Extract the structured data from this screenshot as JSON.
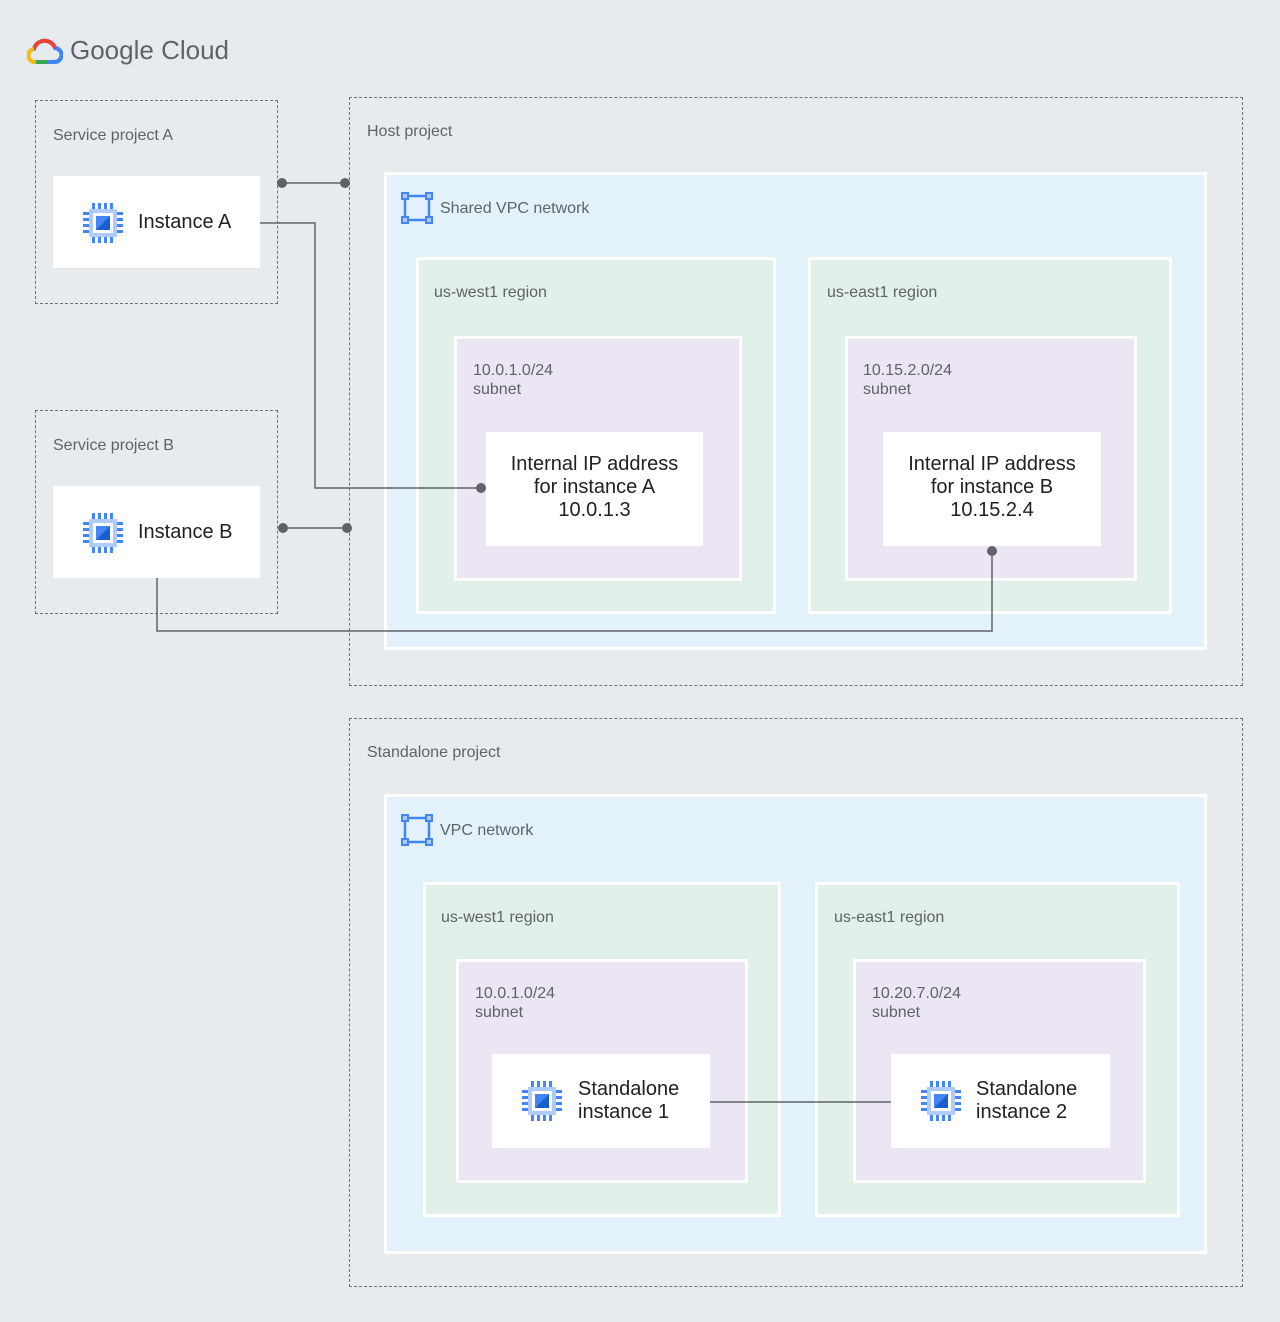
{
  "logo": {
    "text": "Google Cloud"
  },
  "colors": {
    "background": "#e8ebee",
    "vpc_fill": "#e2f1fa",
    "region_fill": "#e1f0e8",
    "subnet_fill": "#ebe5f4",
    "icon_blue": "#4285f4",
    "connector": "#5f6368"
  },
  "service_project_a": {
    "label": "Service project A",
    "instance_label": "Instance A",
    "icon": "compute-engine-icon"
  },
  "service_project_b": {
    "label": "Service project B",
    "instance_label": "Instance B",
    "icon": "compute-engine-icon"
  },
  "host_project": {
    "label": "Host project",
    "network": {
      "label": "Shared VPC network",
      "icon": "vpc-network-icon",
      "regions": [
        {
          "label": "us-west1 region",
          "subnet": {
            "cidr": "10.0.1.0/24",
            "label": "subnet"
          },
          "address": {
            "line1": "Internal IP address",
            "line2": "for instance A",
            "ip": "10.0.1.3"
          }
        },
        {
          "label": "us-east1 region",
          "subnet": {
            "cidr": "10.15.2.0/24",
            "label": "subnet"
          },
          "address": {
            "line1": "Internal IP address",
            "line2": "for instance B",
            "ip": "10.15.2.4"
          }
        }
      ]
    }
  },
  "standalone_project": {
    "label": "Standalone project",
    "network": {
      "label": "VPC network",
      "icon": "vpc-network-icon",
      "regions": [
        {
          "label": "us-west1 region",
          "subnet": {
            "cidr": "10.0.1.0/24",
            "label": "subnet"
          },
          "instance": {
            "line1": "Standalone",
            "line2": "instance 1",
            "icon": "compute-engine-icon"
          }
        },
        {
          "label": "us-east1 region",
          "subnet": {
            "cidr": "10.20.7.0/24",
            "label": "subnet"
          },
          "instance": {
            "line1": "Standalone",
            "line2": "instance 2",
            "icon": "compute-engine-icon"
          }
        }
      ]
    }
  }
}
